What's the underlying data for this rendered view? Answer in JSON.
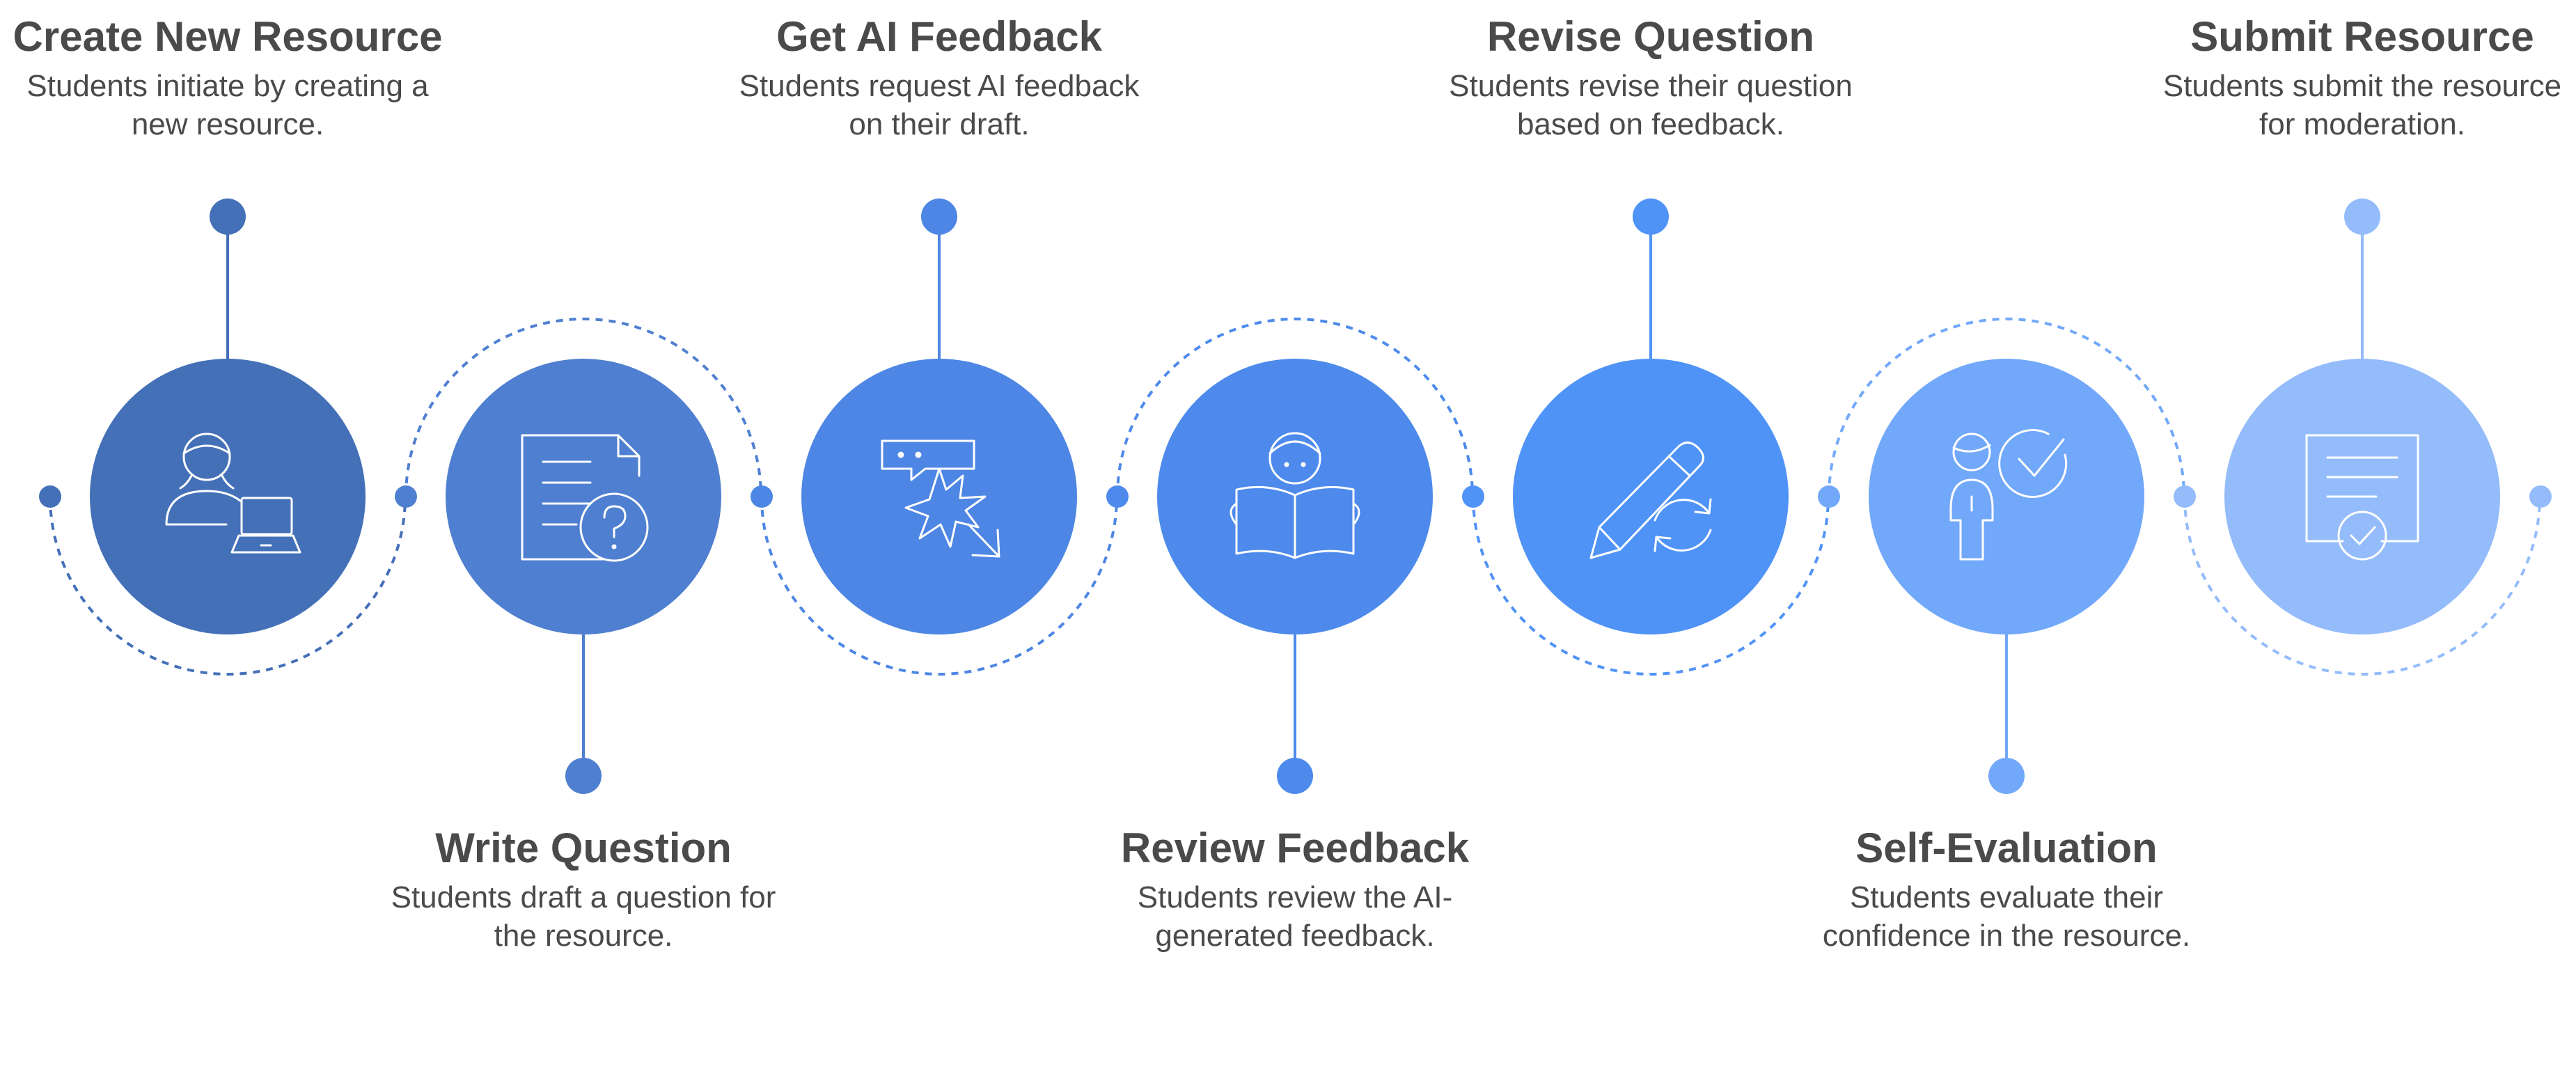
{
  "steps": [
    {
      "title": "Create New Resource",
      "desc": [
        "Students initiate by creating a",
        "new resource."
      ],
      "icon": "person-laptop-icon",
      "color": "#4470b8",
      "position": "top"
    },
    {
      "title": "Write Question",
      "desc": [
        "Students draft a question for",
        "the resource."
      ],
      "icon": "document-question-icon",
      "color": "#4f7fd0",
      "position": "bottom"
    },
    {
      "title": "Get AI Feedback",
      "desc": [
        "Students request AI feedback",
        "on their draft."
      ],
      "icon": "chat-click-icon",
      "color": "#4d86e4",
      "position": "top"
    },
    {
      "title": "Review Feedback",
      "desc": [
        "Students review the AI-",
        "generated feedback."
      ],
      "icon": "person-reading-icon",
      "color": "#4d8aec",
      "position": "bottom"
    },
    {
      "title": "Revise Question",
      "desc": [
        "Students revise their question",
        "based on feedback."
      ],
      "icon": "pencil-refresh-icon",
      "color": "#5093f7",
      "position": "top"
    },
    {
      "title": "Self-Evaluation",
      "desc": [
        "Students evaluate their",
        "confidence in the resource."
      ],
      "icon": "person-check-icon",
      "color": "#72a8fa",
      "position": "bottom"
    },
    {
      "title": "Submit Resource",
      "desc": [
        "Students submit the resource",
        "for moderation."
      ],
      "icon": "certificate-check-icon",
      "color": "#94bcfb",
      "position": "top"
    }
  ]
}
